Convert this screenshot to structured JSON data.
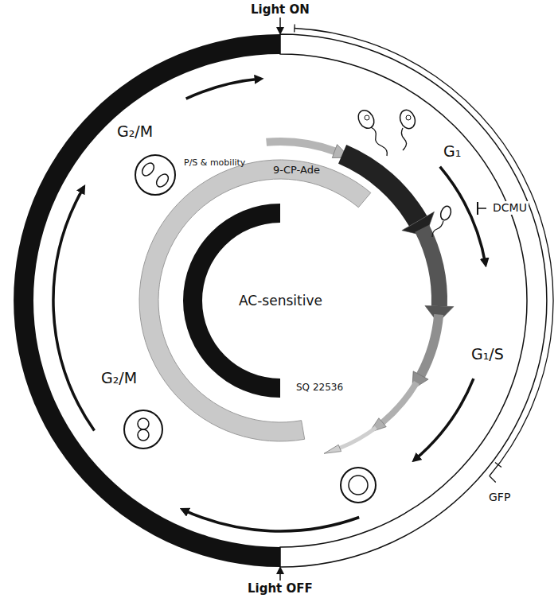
{
  "diagram": {
    "labels": [
      "Light ON",
      "G₂/M",
      "P/S & mobility",
      "9-CP-Ade",
      "AC-sensitive",
      "SQ 22536",
      "G₁",
      "DCMU",
      "G₁/S",
      "G₂/M",
      "GFP",
      "Light OFF"
    ]
  }
}
